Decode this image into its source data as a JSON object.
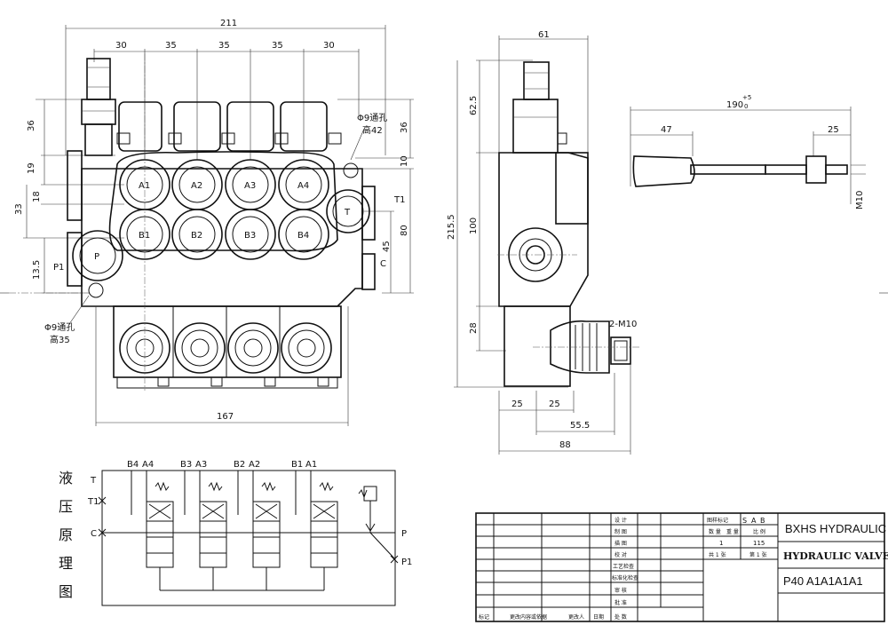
{
  "front_view": {
    "dim_total_width": "211",
    "dim_sections": [
      "30",
      "35",
      "35",
      "35",
      "30"
    ],
    "dim_36_left": "36",
    "dim_36_right": "36",
    "dim_19": "19",
    "dim_18": "18",
    "dim_33": "33",
    "dim_10": "10",
    "dim_45": "45",
    "dim_80": "80",
    "dim_13_5": "13.5",
    "dim_167": "167",
    "hole_note_top": "Φ9通孔",
    "hole_note_top_depth": "高42",
    "hole_note_bottom": "Φ9通孔",
    "hole_note_bottom_depth": "高35",
    "ports_a": [
      "A1",
      "A2",
      "A3",
      "A4"
    ],
    "ports_b": [
      "B1",
      "B2",
      "B3",
      "B4"
    ],
    "port_p": "P",
    "port_p1": "P1",
    "port_t": "T",
    "port_t1": "T1",
    "port_c": "C"
  },
  "side_view": {
    "dim_61": "61",
    "dim_62_5": "62.5",
    "dim_215_5": "215.5",
    "dim_100": "100",
    "dim_28": "28",
    "dim_25a": "25",
    "dim_25b": "25",
    "dim_55_5": "55.5",
    "dim_88": "88",
    "thread_note": "2-M10"
  },
  "handle_view": {
    "dim_length": "190",
    "dim_tol_plus": "+5",
    "dim_tol_zero": "0",
    "dim_47": "47",
    "dim_25": "25",
    "thread": "M10"
  },
  "schematic": {
    "title_chars": [
      "液",
      "压",
      "原",
      "理",
      "图"
    ],
    "port_labels_top": [
      "B4",
      "A4",
      "B3",
      "A3",
      "B2",
      "A2",
      "B1",
      "A1"
    ],
    "left_labels": [
      "T",
      "T1",
      "C"
    ],
    "right_labels": [
      "P",
      "P1"
    ]
  },
  "title_block": {
    "company": "BXHS HYDRAULIC",
    "product": "HYDRAULIC VALVE",
    "model": "P40 A1A1A1A1",
    "row_labels": [
      "设 计",
      "制 图",
      "描 图",
      "校 对",
      "工艺检查",
      "标准化检查",
      "审 核",
      "批 准"
    ],
    "header_cells": [
      "图样标记",
      "S",
      "A",
      "B"
    ],
    "qty_cells": [
      "数 量",
      "重 量",
      "比 例"
    ],
    "qty_values": [
      "1",
      "115"
    ],
    "sheet_cells": [
      "共 1 张",
      "第 1 张"
    ],
    "bottom_row": [
      "标记",
      "更改内容或依据",
      "更改人",
      "日期",
      "处 数"
    ]
  }
}
